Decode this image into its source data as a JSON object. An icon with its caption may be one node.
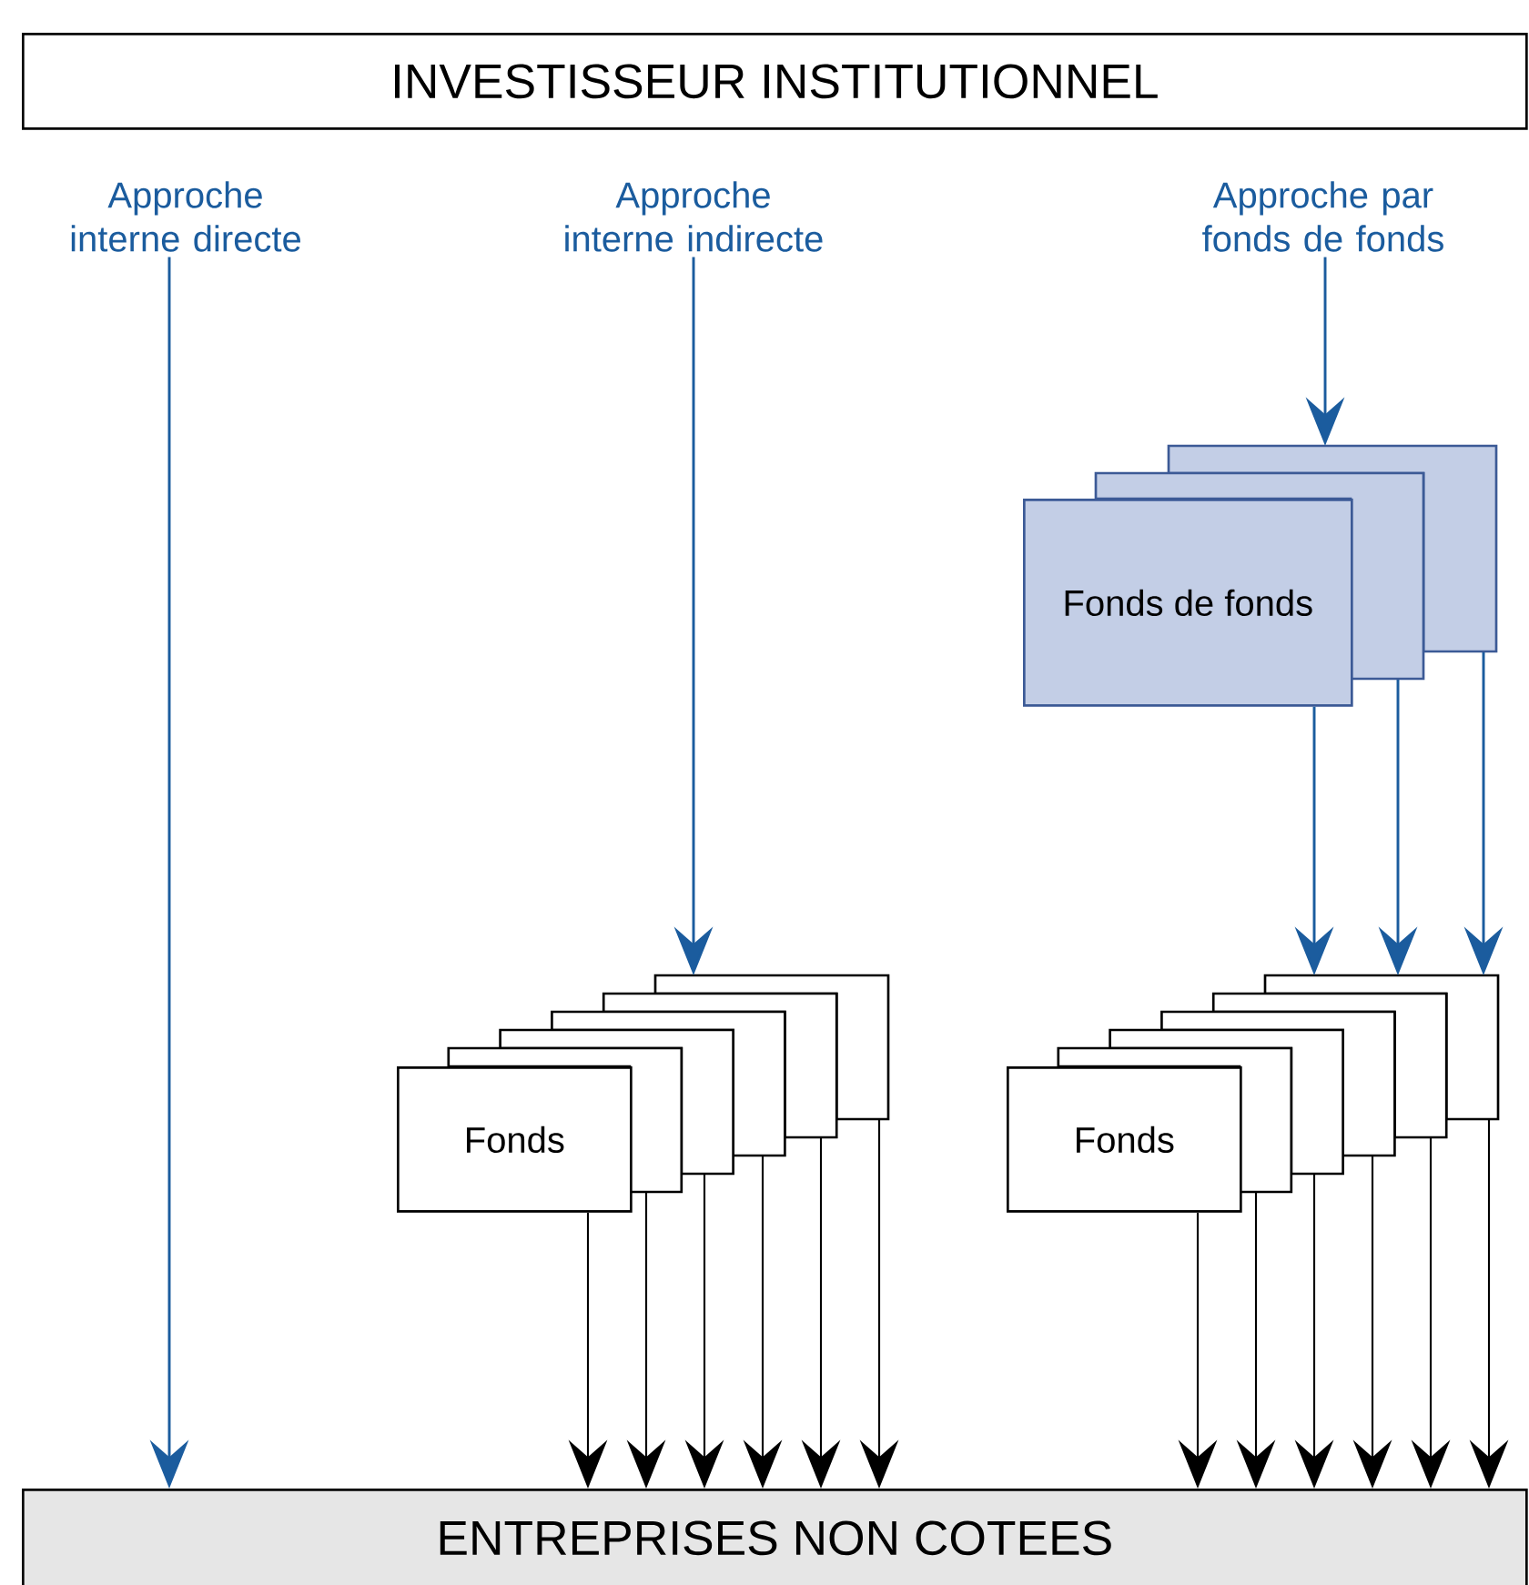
{
  "diagram": {
    "nodes": [
      {
        "text": [
          "INVESTISSEUR INSTITUTIONNEL"
        ]
      },
      {
        "text": [
          "Approche interne directe"
        ]
      },
      {
        "text": [
          "Approche interne indirecte"
        ]
      },
      {
        "text": [
          "Approche par fonds de fonds"
        ]
      },
      {
        "text": [
          "Fonds de fonds"
        ]
      },
      {
        "text": [],
        "shape": "box"
      },
      {
        "text": [],
        "shape": "box"
      },
      {
        "text": [
          "Fonds"
        ]
      },
      {
        "text": [],
        "shape": "box"
      },
      {
        "text": [],
        "shape": "box"
      },
      {
        "text": [],
        "shape": "box"
      },
      {
        "text": [],
        "shape": "box"
      },
      {
        "text": [],
        "shape": "box"
      },
      {
        "text": [
          "Fonds"
        ]
      },
      {
        "text": [],
        "shape": "box"
      },
      {
        "text": [],
        "shape": "box"
      },
      {
        "text": [],
        "shape": "box"
      },
      {
        "text": [],
        "shape": "box"
      },
      {
        "text": [],
        "shape": "box"
      },
      {
        "text": [
          "ENTREPRISES NON COTEES"
        ]
      }
    ],
    "edges": [
      {
        "from": 1,
        "to": 19,
        "arrow": "to",
        "color": "#1b5c9e"
      },
      {
        "from": 2,
        "to": 12,
        "arrow": "to",
        "color": "#1b5c9e"
      },
      {
        "from": 3,
        "to": 6,
        "arrow": "to",
        "color": "#1b5c9e"
      },
      {
        "from": 4,
        "to": 18,
        "arrow": "to",
        "color": "#1b5c9e"
      },
      {
        "from": 5,
        "to": 18,
        "arrow": "to",
        "color": "#1b5c9e"
      },
      {
        "from": 6,
        "to": 18,
        "arrow": "to",
        "color": "#1b5c9e"
      },
      {
        "from": 7,
        "to": 19,
        "arrow": "to"
      },
      {
        "from": 8,
        "to": 19,
        "arrow": "to"
      },
      {
        "from": 9,
        "to": 19,
        "arrow": "to"
      },
      {
        "from": 10,
        "to": 19,
        "arrow": "to"
      },
      {
        "from": 11,
        "to": 19,
        "arrow": "to"
      },
      {
        "from": 12,
        "to": 19,
        "arrow": "to"
      },
      {
        "from": 13,
        "to": 19,
        "arrow": "to"
      },
      {
        "from": 14,
        "to": 19,
        "arrow": "to"
      },
      {
        "from": 15,
        "to": 19,
        "arrow": "to"
      },
      {
        "from": 16,
        "to": 19,
        "arrow": "to"
      },
      {
        "from": 17,
        "to": 19,
        "arrow": "to"
      },
      {
        "from": 18,
        "to": 19,
        "arrow": "to"
      }
    ]
  }
}
